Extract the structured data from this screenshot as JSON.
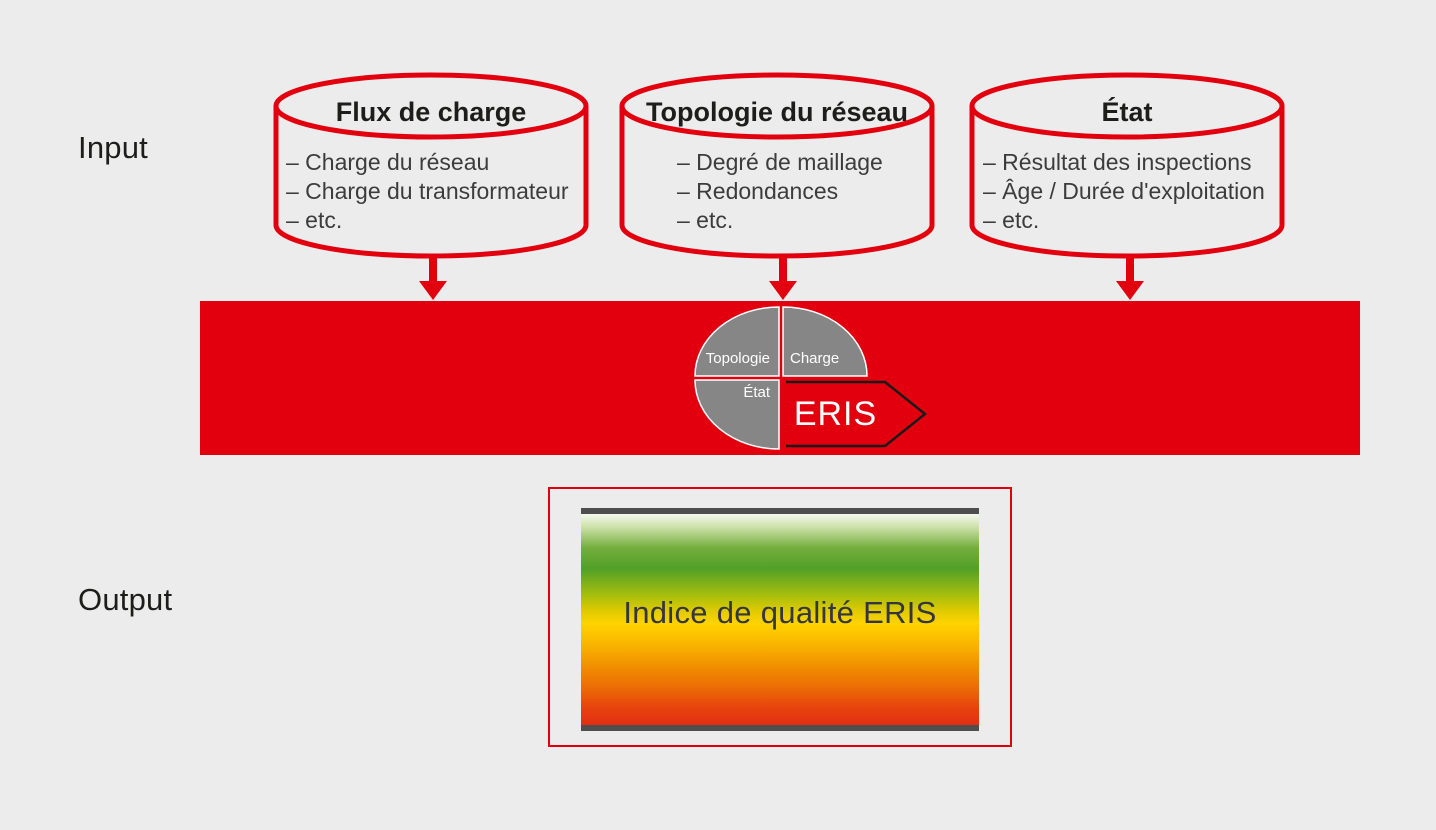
{
  "labels": {
    "input": "Input",
    "output": "Output"
  },
  "cylinders": [
    {
      "title": "Flux de charge",
      "items": [
        "– Charge du réseau",
        "– Charge du transformateur",
        "– etc."
      ]
    },
    {
      "title": "Topologie du réseau",
      "items": [
        "– Degré de maillage",
        "– Redondances",
        "– etc."
      ]
    },
    {
      "title": "État",
      "items": [
        "– Résultat des inspections",
        "– Âge / Durée d'exploitation",
        "– etc."
      ]
    }
  ],
  "engine": {
    "segments": [
      "Topologie",
      "Charge",
      "État"
    ],
    "arrow_label": "ERIS"
  },
  "output": {
    "scale_label": "Indice de qualité ERIS"
  },
  "colors": {
    "accent_red": "#e2000f",
    "segment_gray": "#868686",
    "background": "#ececec",
    "bar_gray": "#4e4e4e",
    "scale_green": "#52a028",
    "scale_yellow": "#ffd300",
    "scale_red": "#e32e12"
  }
}
